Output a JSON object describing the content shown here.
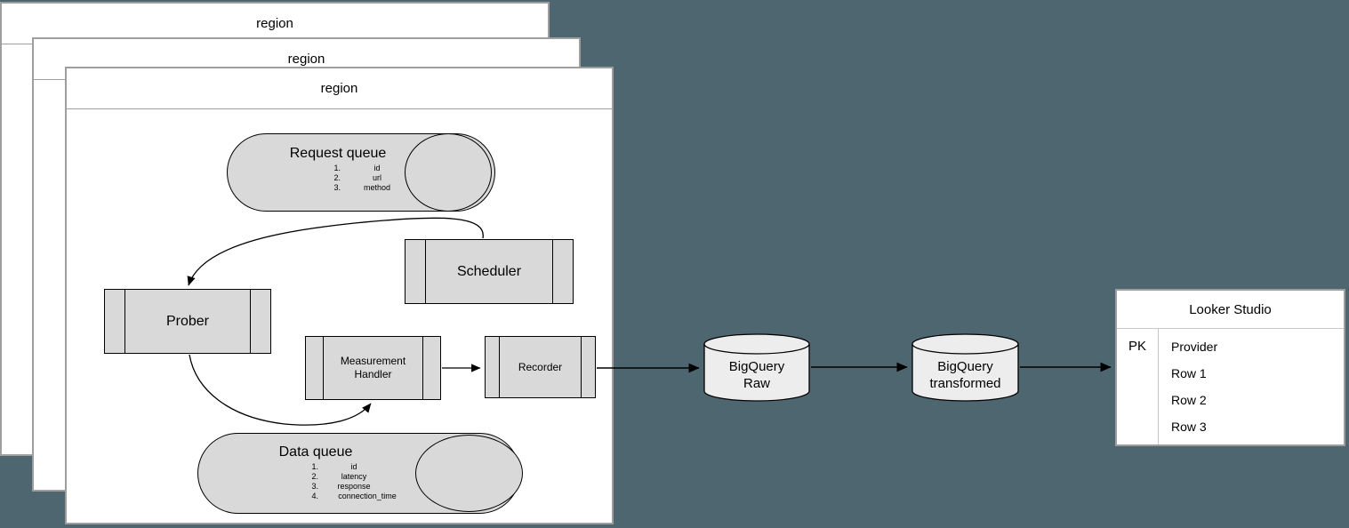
{
  "colors": {
    "background": "#4d6670",
    "region_fill": "#ffffff",
    "region_border": "#9e9e9e",
    "shape_fill": "#d9d9d9",
    "cylinder_fill": "#ededed",
    "stroke": "#000000"
  },
  "regions": [
    {
      "label": "region"
    },
    {
      "label": "region"
    },
    {
      "label": "region"
    }
  ],
  "request_queue": {
    "title": "Request queue",
    "items": [
      {
        "num": "1.",
        "text": "id"
      },
      {
        "num": "2.",
        "text": "url"
      },
      {
        "num": "3.",
        "text": "method"
      }
    ]
  },
  "data_queue": {
    "title": "Data queue",
    "items": [
      {
        "num": "1.",
        "text": "id"
      },
      {
        "num": "2.",
        "text": "latency"
      },
      {
        "num": "3.",
        "text": "response"
      },
      {
        "num": "4.",
        "text": "connection_time"
      }
    ]
  },
  "nodes": {
    "scheduler": "Scheduler",
    "prober": "Prober",
    "measurement_handler": "Measurement Handler",
    "recorder": "Recorder",
    "bigquery_raw": "BigQuery Raw",
    "bigquery_transformed": "BigQuery transformed"
  },
  "looker": {
    "title": "Looker Studio",
    "pk": "PK",
    "rows": [
      "Provider",
      "Row 1",
      "Row 2",
      "Row 3"
    ]
  }
}
